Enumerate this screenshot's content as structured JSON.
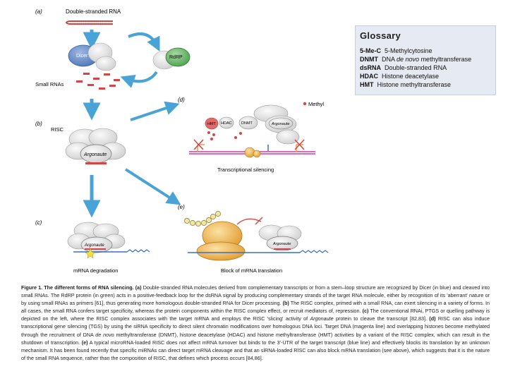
{
  "panels": {
    "a": {
      "label": "(a)",
      "title": "Double-stranded RNA",
      "dicer": "Dicer",
      "rdrp": "RdRP",
      "small_rnas": "Small RNAs"
    },
    "b": {
      "label": "(b)",
      "risc": "RISC",
      "argonaute": "Argonaute"
    },
    "c": {
      "label": "(c)",
      "caption": "mRNA degradation",
      "argonaute": "Argonaute"
    },
    "d": {
      "label": "(d)",
      "methyl": "Methyl",
      "hmt": "HMT",
      "hdac": "HDAC",
      "dnmt": "DNMT",
      "argonaute": "Argonaute",
      "caption": "Transcriptional silencing"
    },
    "e": {
      "label": "(e)",
      "argonaute": "Argonaute",
      "caption": "Block of mRNA translation"
    }
  },
  "glossary": {
    "title": "Glossary",
    "entries": [
      {
        "term": "5-Me-C",
        "definition": "5-Methylcytosine"
      },
      {
        "term": "DNMT",
        "definition_pre": "DNA ",
        "definition_em": "de novo",
        "definition_post": " methyltransferase"
      },
      {
        "term": "dsRNA",
        "definition": "Double-stranded RNA"
      },
      {
        "term": "HDAC",
        "definition": "Histone deacetylase"
      },
      {
        "term": "HMT",
        "definition": "Histone methyltransferase"
      }
    ]
  },
  "caption": {
    "figure_label": "Figure 1.",
    "intro": " The different forms of RNA silencing. ",
    "a_label": "(a)",
    "a_text": " Double-stranded RNA molecules derived from complementary transcripts or from a stem–loop structure are recognized by Dicer (in blue) and cleaved into small RNAs. The RdRP protein (in green) acts in a positive-feedback loop for the dsRNA signal by producing complementary strands of the target RNA molecule, either by recognition of its 'aberrant' nature or by using small RNAs as primers [61], thus generating more homologous double-stranded RNA for Dicer processing. ",
    "b_label": "(b)",
    "b_text": " The RISC complex, primed with a small RNA, can exert silencing in a variety of forms. In all cases, the small RNA confers target specificity, whereas the protein components within the RISC complex effect, or recruit mediators of, repression. ",
    "c_label": "(c)",
    "c_text_1": " The conventional RNAi, PTGS or quelling pathway is depicted on the left, where the RISC complex associates with the target mRNA and employs the RISC 'slicing' activity of ",
    "c_em": "Argonaute",
    "c_text_2": " protein to cleave the transcript [82,83]. ",
    "d_label": "(d)",
    "d_text_1": " RISC can also induce transcriptional gene silencing (TGS) by using the siRNA specificity to direct silent chromatin modifications over homologous DNA loci. Target DNA (magenta line) and overlapping histones become methylated through the recruitment of DNA ",
    "d_em": "de novo",
    "d_text_2": " methyltransferase (DNMT), histone deacetylase (HDAC) and histone methyltransferase (HMT) activities by a variant of the RISC complex, which can result in the shutdown of transcription. ",
    "e_label": "(e)",
    "e_text": " A typical microRNA-loaded RISC does not affect mRNA turnover but binds to the 3'-UTR of the target transcript (blue line) and effectively blocks its translation by an unknown mechanism. It has been found recently that specific miRNAs can direct target mRNA cleavage and that an siRNA-loaded RISC can also block mRNA translation (see above), which suggests that it is the nature of the small RNA sequence, rather than the composition of RISC, that defines which process occurs [84,86]."
  },
  "colors": {
    "dicer": "#4f78b8",
    "rdrp": "#4da34f",
    "arrow": "#4aa3d6",
    "small_rna": "#d64545",
    "target_dna": "#d13aa3",
    "mrna": "#3b6fc4",
    "glossary_bg": "#e6eaf2",
    "ribosome": "#e9a23a"
  }
}
